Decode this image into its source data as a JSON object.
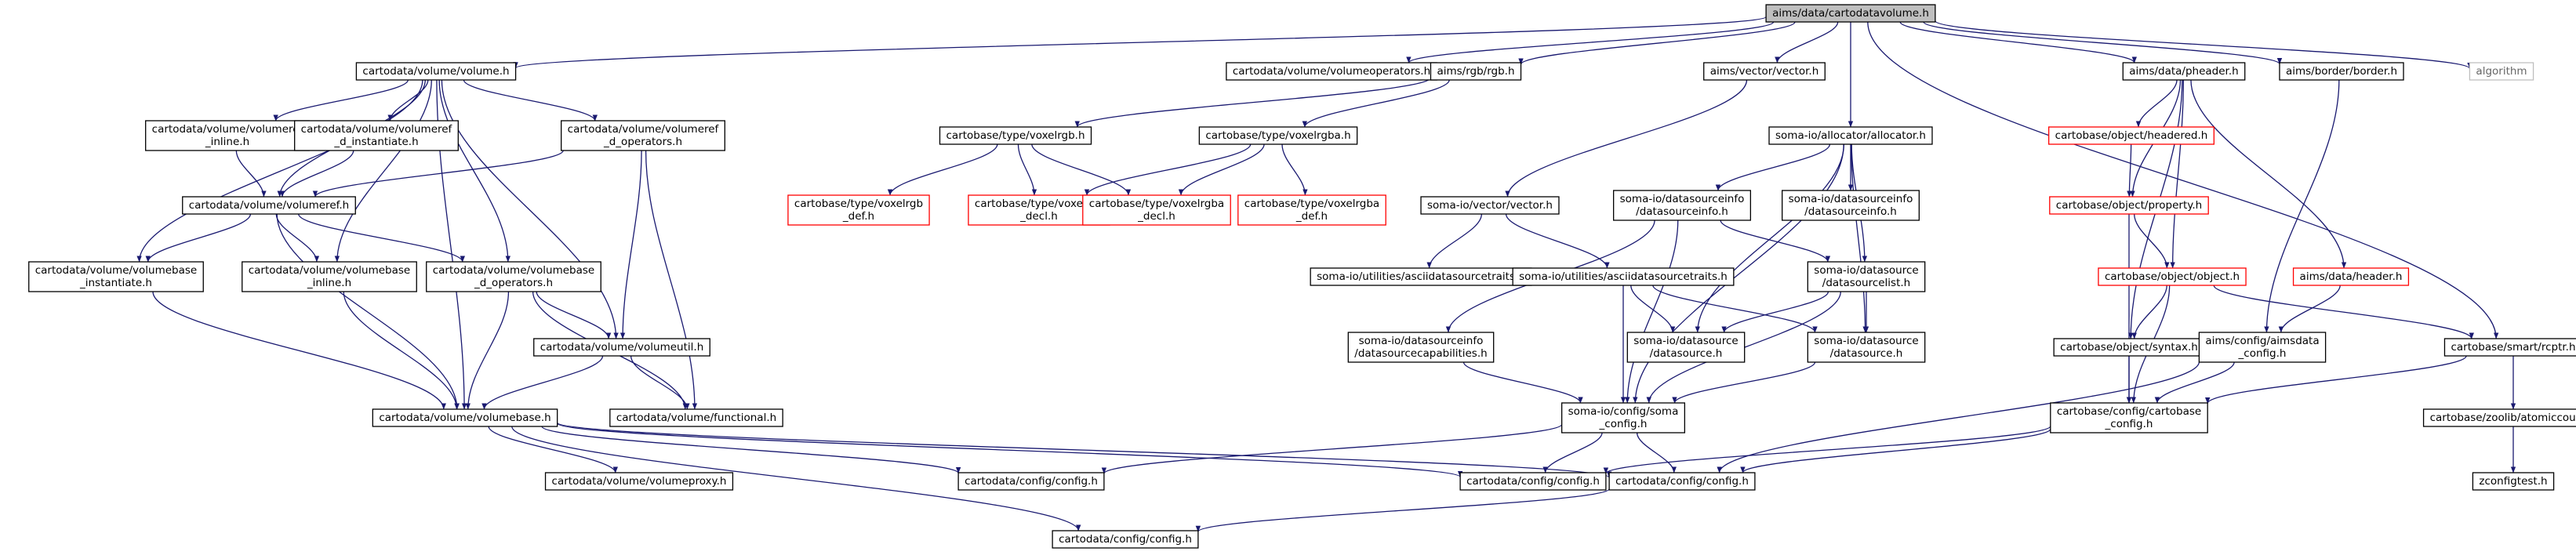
{
  "colors": {
    "edge": "#191970",
    "node_border": "#000000",
    "node_border_red": "#ff0000",
    "node_border_grey": "#bfbfbf",
    "node_fill": "#ffffff",
    "root_fill": "#bfbfbf",
    "text": "#000000",
    "grey_text": "#666666"
  },
  "nodes": [
    {
      "id": "n1",
      "lines": [
        "aims/data/cartodatavolume.h"
      ],
      "style": "root"
    },
    {
      "id": "n2",
      "lines": [
        "cartodata/volume/volume.h"
      ],
      "style": "normal"
    },
    {
      "id": "n3",
      "lines": [
        "cartodata/volume/volumeoperators.h"
      ],
      "style": "normal"
    },
    {
      "id": "n4",
      "lines": [
        "aims/rgb/rgb.h"
      ],
      "style": "normal"
    },
    {
      "id": "n5",
      "lines": [
        "aims/vector/vector.h"
      ],
      "style": "normal"
    },
    {
      "id": "n6",
      "lines": [
        "aims/data/pheader.h"
      ],
      "style": "normal"
    },
    {
      "id": "n7",
      "lines": [
        "aims/border/border.h"
      ],
      "style": "normal"
    },
    {
      "id": "n8",
      "lines": [
        "algorithm"
      ],
      "style": "grey"
    },
    {
      "id": "n9",
      "lines": [
        "cartodata/volume/volumeref",
        "_inline.h"
      ],
      "style": "normal"
    },
    {
      "id": "n10",
      "lines": [
        "cartodata/volume/volumeref",
        "_d_instantiate.h"
      ],
      "style": "normal"
    },
    {
      "id": "n11",
      "lines": [
        "cartodata/volume/volumeref",
        "_d_operators.h"
      ],
      "style": "normal"
    },
    {
      "id": "n12",
      "lines": [
        "cartobase/type/voxelrgb.h"
      ],
      "style": "normal"
    },
    {
      "id": "n13",
      "lines": [
        "cartobase/type/voxelrgba.h"
      ],
      "style": "normal"
    },
    {
      "id": "n14",
      "lines": [
        "soma-io/allocator/allocator.h"
      ],
      "style": "normal"
    },
    {
      "id": "n15",
      "lines": [
        "cartobase/object/headered.h"
      ],
      "style": "red"
    },
    {
      "id": "n16",
      "lines": [
        "cartodata/volume/volumeref.h"
      ],
      "style": "normal"
    },
    {
      "id": "n17",
      "lines": [
        "cartobase/type/voxelrgb",
        "_def.h"
      ],
      "style": "red"
    },
    {
      "id": "n18",
      "lines": [
        "cartobase/type/voxelrgb",
        "_decl.h"
      ],
      "style": "red"
    },
    {
      "id": "n19",
      "lines": [
        "cartobase/type/voxelrgba",
        "_decl.h"
      ],
      "style": "red"
    },
    {
      "id": "n20",
      "lines": [
        "cartobase/type/voxelrgba",
        "_def.h"
      ],
      "style": "red"
    },
    {
      "id": "n21",
      "lines": [
        "soma-io/vector/vector.h"
      ],
      "style": "normal"
    },
    {
      "id": "n22",
      "lines": [
        "soma-io/datasourceinfo",
        "/datasourceinfo.h"
      ],
      "style": "normal"
    },
    {
      "id": "n23",
      "lines": [
        "soma-io/datasourceinfo",
        "/datasourceinfo.h"
      ],
      "style": "normal"
    },
    {
      "id": "n24",
      "lines": [
        "cartobase/object/property.h"
      ],
      "style": "red"
    },
    {
      "id": "n25",
      "lines": [
        "cartodata/volume/volumebase",
        "_instantiate.h"
      ],
      "style": "normal"
    },
    {
      "id": "n26",
      "lines": [
        "cartodata/volume/volumebase",
        "_inline.h"
      ],
      "style": "normal"
    },
    {
      "id": "n27",
      "lines": [
        "cartodata/volume/volumebase",
        "_d_operators.h"
      ],
      "style": "normal"
    },
    {
      "id": "n28",
      "lines": [
        "soma-io/utilities/asciidatasourcetraits.h"
      ],
      "style": "normal"
    },
    {
      "id": "n29",
      "lines": [
        "soma-io/utilities/asciidatasourcetraits.h"
      ],
      "style": "normal"
    },
    {
      "id": "n30",
      "lines": [
        "soma-io/datasource",
        "/datasourcelist.h"
      ],
      "style": "normal"
    },
    {
      "id": "n31",
      "lines": [
        "cartobase/object/object.h"
      ],
      "style": "red"
    },
    {
      "id": "n32",
      "lines": [
        "aims/data/header.h"
      ],
      "style": "red"
    },
    {
      "id": "n33",
      "lines": [
        "cartodata/volume/volumeutil.h"
      ],
      "style": "normal"
    },
    {
      "id": "n34",
      "lines": [
        "soma-io/datasourceinfo",
        "/datasourcecapabilities.h"
      ],
      "style": "normal"
    },
    {
      "id": "n35",
      "lines": [
        "soma-io/datasource",
        "/datasource.h"
      ],
      "style": "normal"
    },
    {
      "id": "n36",
      "lines": [
        "soma-io/datasource",
        "/datasource.h"
      ],
      "style": "normal"
    },
    {
      "id": "n37",
      "lines": [
        "cartobase/object/syntax.h"
      ],
      "style": "normal"
    },
    {
      "id": "n38",
      "lines": [
        "aims/config/aimsdata",
        "_config.h"
      ],
      "style": "normal"
    },
    {
      "id": "n39",
      "lines": [
        "cartobase/smart/rcptr.h"
      ],
      "style": "normal"
    },
    {
      "id": "n40",
      "lines": [
        "cartodata/volume/volumebase.h"
      ],
      "style": "normal"
    },
    {
      "id": "n41",
      "lines": [
        "cartodata/volume/functional.h"
      ],
      "style": "normal"
    },
    {
      "id": "n42",
      "lines": [
        "soma-io/config/soma",
        "_config.h"
      ],
      "style": "normal"
    },
    {
      "id": "n43",
      "lines": [
        "cartobase/config/cartobase",
        "_config.h"
      ],
      "style": "normal"
    },
    {
      "id": "n44",
      "lines": [
        "cartobase/zoolib/atomiccount.h"
      ],
      "style": "normal"
    },
    {
      "id": "n45",
      "lines": [
        "cartodata/volume/volumeproxy.h"
      ],
      "style": "normal"
    },
    {
      "id": "n46",
      "lines": [
        "cartodata/config/config.h"
      ],
      "style": "normal"
    },
    {
      "id": "n47",
      "lines": [
        "cartodata/config/config.h"
      ],
      "style": "normal"
    },
    {
      "id": "n48",
      "lines": [
        "cartodata/config/config.h"
      ],
      "style": "normal"
    },
    {
      "id": "n49",
      "lines": [
        "zconfigtest.h"
      ],
      "style": "normal"
    },
    {
      "id": "n50",
      "lines": [
        "cartodata/config/config.h"
      ],
      "style": "normal"
    }
  ],
  "edges": [
    [
      "n1",
      "n2"
    ],
    [
      "n1",
      "n3"
    ],
    [
      "n1",
      "n4"
    ],
    [
      "n1",
      "n5"
    ],
    [
      "n1",
      "n14"
    ],
    [
      "n1",
      "n6"
    ],
    [
      "n1",
      "n7"
    ],
    [
      "n1",
      "n8"
    ],
    [
      "n1",
      "n39"
    ],
    [
      "n2",
      "n9"
    ],
    [
      "n2",
      "n10"
    ],
    [
      "n2",
      "n11"
    ],
    [
      "n2",
      "n16"
    ],
    [
      "n2",
      "n25"
    ],
    [
      "n2",
      "n26"
    ],
    [
      "n2",
      "n27"
    ],
    [
      "n2",
      "n33"
    ],
    [
      "n2",
      "n40"
    ],
    [
      "n4",
      "n12"
    ],
    [
      "n4",
      "n13"
    ],
    [
      "n5",
      "n21"
    ],
    [
      "n6",
      "n15"
    ],
    [
      "n6",
      "n24"
    ],
    [
      "n6",
      "n31"
    ],
    [
      "n6",
      "n32"
    ],
    [
      "n6",
      "n37"
    ],
    [
      "n7",
      "n38"
    ],
    [
      "n9",
      "n16"
    ],
    [
      "n10",
      "n16"
    ],
    [
      "n11",
      "n16"
    ],
    [
      "n11",
      "n33"
    ],
    [
      "n11",
      "n41"
    ],
    [
      "n12",
      "n17"
    ],
    [
      "n12",
      "n18"
    ],
    [
      "n12",
      "n19"
    ],
    [
      "n13",
      "n18"
    ],
    [
      "n13",
      "n19"
    ],
    [
      "n13",
      "n20"
    ],
    [
      "n14",
      "n22"
    ],
    [
      "n14",
      "n23"
    ],
    [
      "n14",
      "n30"
    ],
    [
      "n14",
      "n35"
    ],
    [
      "n14",
      "n36"
    ],
    [
      "n14",
      "n42"
    ],
    [
      "n15",
      "n24"
    ],
    [
      "n16",
      "n25"
    ],
    [
      "n16",
      "n26"
    ],
    [
      "n16",
      "n27"
    ],
    [
      "n16",
      "n40"
    ],
    [
      "n21",
      "n28"
    ],
    [
      "n21",
      "n29"
    ],
    [
      "n22",
      "n34"
    ],
    [
      "n22",
      "n30"
    ],
    [
      "n22",
      "n42"
    ],
    [
      "n24",
      "n31"
    ],
    [
      "n24",
      "n43"
    ],
    [
      "n25",
      "n40"
    ],
    [
      "n26",
      "n40"
    ],
    [
      "n27",
      "n33"
    ],
    [
      "n27",
      "n40"
    ],
    [
      "n27",
      "n41"
    ],
    [
      "n29",
      "n35"
    ],
    [
      "n29",
      "n36"
    ],
    [
      "n29",
      "n42"
    ],
    [
      "n30",
      "n35"
    ],
    [
      "n30",
      "n36"
    ],
    [
      "n30",
      "n42"
    ],
    [
      "n31",
      "n37"
    ],
    [
      "n31",
      "n39"
    ],
    [
      "n31",
      "n43"
    ],
    [
      "n32",
      "n38"
    ],
    [
      "n33",
      "n40"
    ],
    [
      "n33",
      "n41"
    ],
    [
      "n34",
      "n42"
    ],
    [
      "n36",
      "n42"
    ],
    [
      "n37",
      "n43"
    ],
    [
      "n38",
      "n43"
    ],
    [
      "n38",
      "n48"
    ],
    [
      "n39",
      "n43"
    ],
    [
      "n39",
      "n44"
    ],
    [
      "n40",
      "n45"
    ],
    [
      "n40",
      "n46"
    ],
    [
      "n40",
      "n47"
    ],
    [
      "n40",
      "n48"
    ],
    [
      "n40",
      "n50"
    ],
    [
      "n42",
      "n46"
    ],
    [
      "n42",
      "n47"
    ],
    [
      "n42",
      "n48"
    ],
    [
      "n43",
      "n47"
    ],
    [
      "n43",
      "n48"
    ],
    [
      "n44",
      "n49"
    ],
    [
      "n48",
      "n50"
    ]
  ]
}
